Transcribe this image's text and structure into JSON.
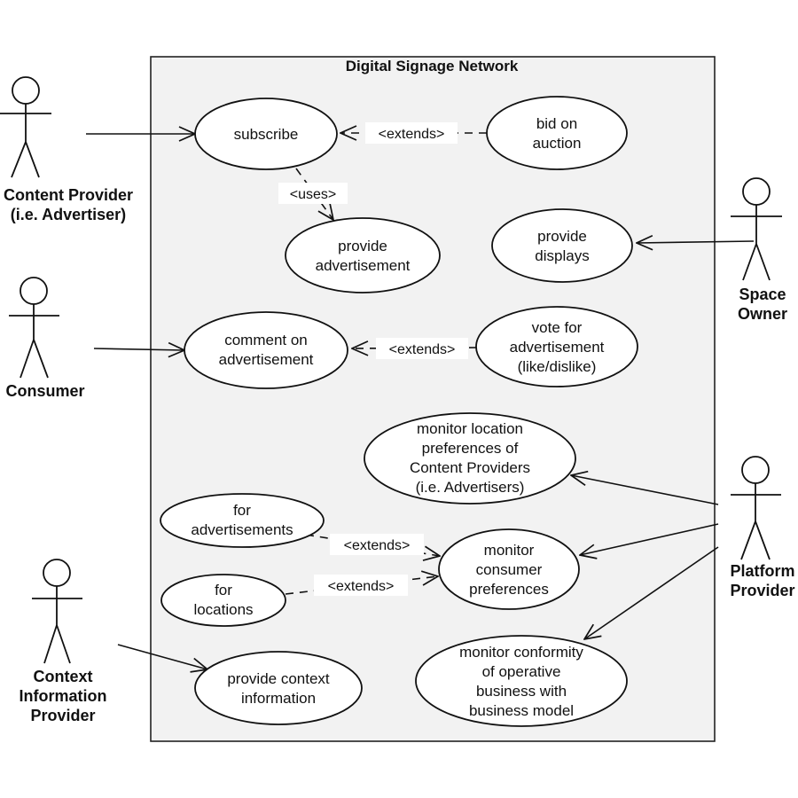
{
  "system": {
    "title": "Digital Signage Network"
  },
  "actors": {
    "content_provider": [
      "Content Provider",
      "(i.e. Advertiser)"
    ],
    "consumer": [
      "Consumer"
    ],
    "space_owner": [
      "Space",
      "Owner"
    ],
    "platform_provider": [
      "Platform",
      "Provider"
    ],
    "context_provider": [
      "Context",
      "Information",
      "Provider"
    ]
  },
  "use_cases": {
    "subscribe": [
      "subscribe"
    ],
    "bid": [
      "bid on",
      "auction"
    ],
    "provide_ad": [
      "provide",
      "advertisement"
    ],
    "provide_displays": [
      "provide",
      "displays"
    ],
    "comment": [
      "comment on",
      "advertisement"
    ],
    "vote": [
      "vote for",
      "advertisement",
      "(like/dislike)"
    ],
    "monitor_location": [
      "monitor location",
      "preferences of",
      "Content Providers",
      "(i.e. Advertisers)"
    ],
    "for_ads": [
      "for",
      "advertisements"
    ],
    "monitor_consumer": [
      "monitor",
      "consumer",
      "preferences"
    ],
    "for_locations": [
      "for",
      "locations"
    ],
    "provide_context": [
      "provide context",
      "information"
    ],
    "monitor_conformity": [
      "monitor conformity",
      "of operative",
      "business with",
      "business model"
    ]
  },
  "relations": {
    "extends_bid": "<extends>",
    "uses_provide_ad": "<uses>",
    "extends_vote": "<extends>",
    "extends_for_ads": "<extends>",
    "extends_for_locations": "<extends>"
  }
}
